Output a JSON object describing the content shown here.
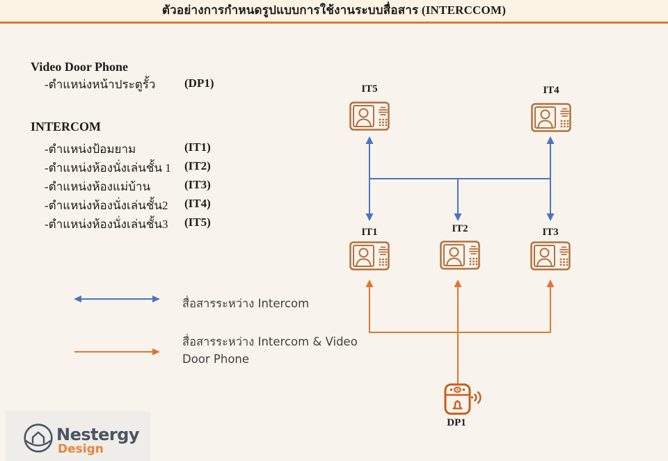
{
  "page": {
    "title": "ตัวอย่างการกำหนดรูปแบบการใช้งานระบบสื่อสาร (INTERCCOM)"
  },
  "sections": {
    "video_door_phone": {
      "heading": "Video Door Phone",
      "items": [
        {
          "label": "-ตำแหน่งหน้าประตูรั้ว",
          "code": "(DP1)"
        }
      ]
    },
    "intercom": {
      "heading": "INTERCOM",
      "items": [
        {
          "label": "-ตำแหน่งป้อมยาม",
          "code": "(IT1)"
        },
        {
          "label": "-ตำแหน่งห้องนั่งเล่นชั้น 1",
          "code": "(IT2)"
        },
        {
          "label": "-ตำแหน่งห้องแม่บ้าน",
          "code": "(IT3)"
        },
        {
          "label": "-ตำแหน่งห้องนั่งเล่นชั้น2",
          "code": "(IT4)"
        },
        {
          "label": "-ตำแหน่งห้องนั่งเล่นชั้น3",
          "code": "(IT5)"
        }
      ]
    }
  },
  "diagram": {
    "nodes": {
      "it5": "IT5",
      "it4": "IT4",
      "it1": "IT1",
      "it2": "IT2",
      "it3": "IT3",
      "dp1": "DP1"
    }
  },
  "legend": {
    "intercom": {
      "label": "สื่อสารระหว่าง Intercom"
    },
    "video": {
      "label_line1": "สื่อสารระหว่าง Intercom & Video",
      "label_line2": "Door Phone"
    }
  },
  "logo": {
    "name": "Nestergy",
    "subtitle": "Design"
  },
  "colors": {
    "page_bg": "#f8f4ed",
    "header_bg": "#fcf3e4",
    "rule_orange": "#e2772e",
    "blue_line": "#4a74c0",
    "orange_line": "#e0762e",
    "intercom_icon": "#b4703f",
    "doorbell_icon": "#c2601f",
    "logo_gray": "#4a5560",
    "logo_orange": "#e8833a",
    "text": "#1c1c1c"
  }
}
